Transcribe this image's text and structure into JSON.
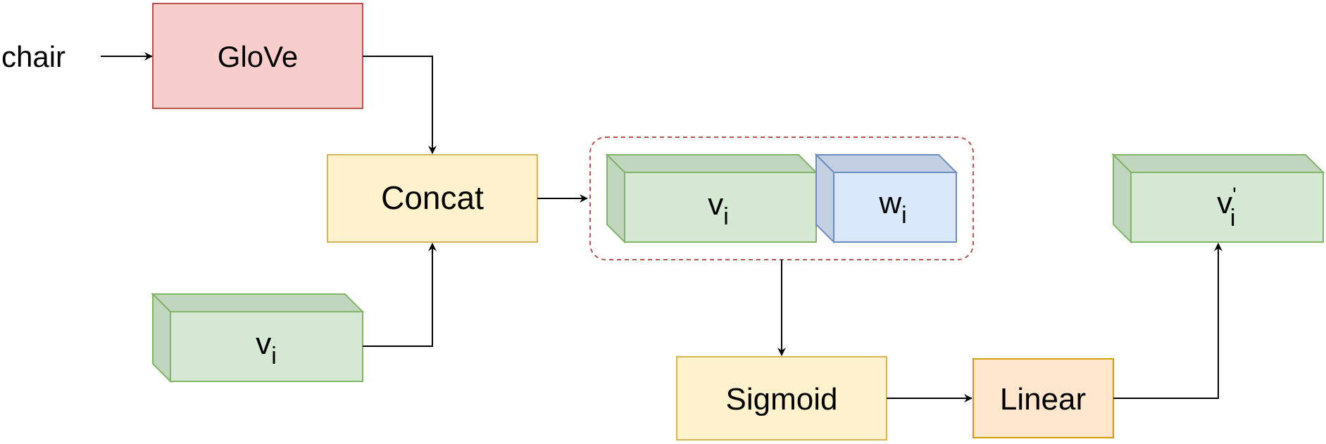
{
  "input_word": "chair",
  "nodes": {
    "glove": "GloVe",
    "concat": "Concat",
    "sigmoid": "Sigmoid",
    "linear": "Linear"
  },
  "vectors": {
    "input_v": {
      "base": "v",
      "sub": "i"
    },
    "concat_v": {
      "base": "v",
      "sub": "i"
    },
    "concat_w": {
      "base": "w",
      "sub": "i"
    },
    "output_v": {
      "base": "v",
      "prime": "'",
      "sub": "i"
    }
  },
  "colors": {
    "glove_fill": "#f8cecc",
    "glove_stroke": "#b85450",
    "yellow_fill": "#fff2cc",
    "yellow_stroke": "#d6b656",
    "orange_fill": "#ffe6cc",
    "orange_stroke": "#d79b00",
    "green_fill": "#d5e8d4",
    "green_side": "#c0d6bf",
    "green_stroke": "#82b366",
    "blue_fill": "#dae8fc",
    "blue_side": "#c3cfe3",
    "blue_stroke": "#6c8ebf",
    "group_stroke": "#b85450",
    "arrow": "#000000"
  }
}
